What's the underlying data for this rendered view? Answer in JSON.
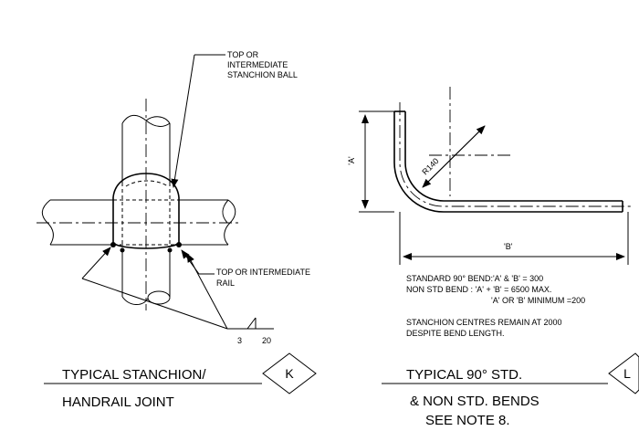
{
  "stanchion_detail": {
    "ball_note": [
      "TOP OR",
      "INTERMEDIATE",
      "STANCHION  BALL"
    ],
    "rail_note": [
      "TOP OR INTERMEDIATE",
      "RAIL"
    ],
    "weld_size": "3",
    "weld_length": "20",
    "title_line1": "TYPICAL STANCHION/",
    "title_line2": "HANDRAIL JOINT",
    "detail_tag": "K"
  },
  "bend_detail": {
    "dim_a": "'A'",
    "dim_b": "'B'",
    "radius": "R140",
    "notes": [
      "STANDARD 90° BEND:'A' & 'B' = 300",
      "NON STD BEND :  'A' + 'B' = 6500 MAX.",
      "'A' OR 'B' MINIMUM =200",
      "STANCHION CENTRES REMAIN AT 2000",
      "DESPITE BEND LENGTH."
    ],
    "title_line1": "TYPICAL 90° STD.",
    "title_line2": "& NON STD. BENDS",
    "title_line3": "SEE NOTE 8.",
    "detail_tag": "L"
  }
}
